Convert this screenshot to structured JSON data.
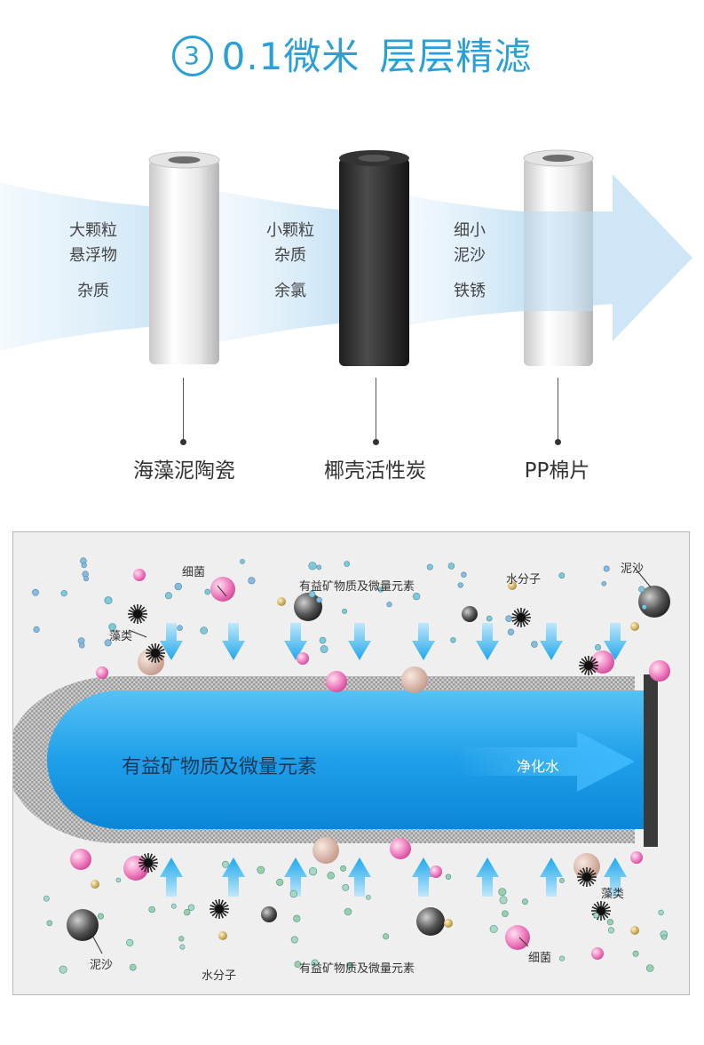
{
  "title": {
    "number": "3",
    "main": "0.1微米",
    "sub": "层层精滤"
  },
  "stages": [
    {
      "label": "海藻泥陶瓷",
      "removes": [
        "大颗粒",
        "悬浮物",
        "杂质"
      ]
    },
    {
      "label": "椰壳活性炭",
      "removes": [
        "小颗粒",
        "杂质",
        "余氯"
      ]
    },
    {
      "label": "PP棉片",
      "removes": [
        "细小",
        "泥沙",
        "铁锈"
      ]
    }
  ],
  "cross_section": {
    "core_label": "有益矿物质及微量元素",
    "flow_label": "净化水",
    "particle_labels": {
      "bacteria": "细菌",
      "algae": "藻类",
      "minerals": "有益矿物质及微量元素",
      "water_molecules": "水分子",
      "sediment": "泥沙"
    }
  },
  "colors": {
    "accent": "#2b9fd8",
    "core": "#2aa0e8",
    "end_cap": "#3a3a3a"
  }
}
